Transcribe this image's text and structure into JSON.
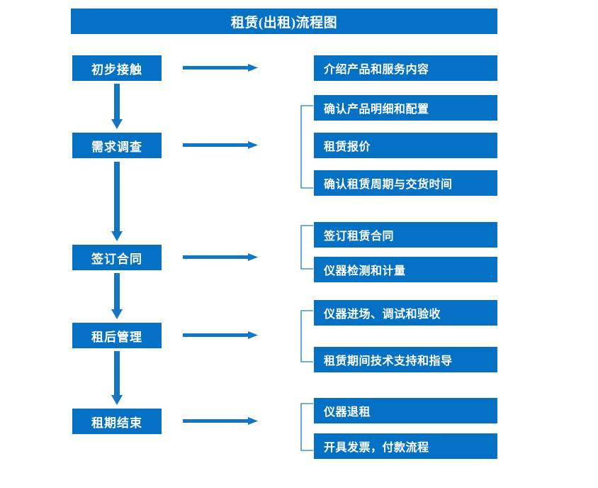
{
  "title": "租赁(出租)流程图",
  "theme": {
    "box_fill": "#0571c4",
    "box_text": "#ffffff",
    "arrow_color": "#1276c4",
    "bracket_color": "#4a90c8",
    "page_background": "#ffffff"
  },
  "stages": [
    {
      "label": "初步接触",
      "details": [
        "介绍产品和服务内容"
      ]
    },
    {
      "label": "需求调查",
      "details": [
        "确认产品明细和配置",
        "租赁报价",
        "确认租赁周期与交货时间"
      ]
    },
    {
      "label": "签订合同",
      "details": [
        "签订租赁合同",
        "仪器检测和计量"
      ]
    },
    {
      "label": "租后管理",
      "details": [
        "仪器进场、调试和验收",
        "租赁期间技术支持和指导"
      ]
    },
    {
      "label": "租期结束",
      "details": [
        "仪器退租",
        "开具发票，付款流程"
      ]
    }
  ],
  "detail_boxes": [
    "介绍产品和服务内容",
    "确认产品明细和配置",
    "租赁报价",
    "确认租赁周期与交货时间",
    "签订租赁合同",
    "仪器检测和计量",
    "仪器进场、调试和验收",
    "租赁期间技术支持和指导",
    "仪器退租",
    "开具发票，付款流程"
  ]
}
